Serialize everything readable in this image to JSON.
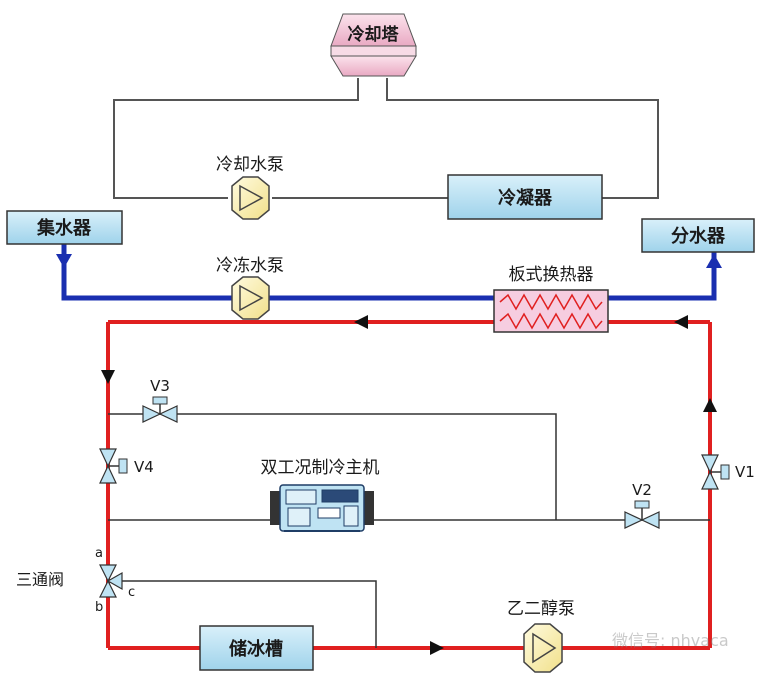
{
  "labels": {
    "cooling_tower": "冷却塔",
    "cooling_water_pump": "冷却水泵",
    "condenser": "冷凝器",
    "water_collector": "集水器",
    "water_distributor": "分水器",
    "chilled_water_pump": "冷冻水泵",
    "plate_heat_exchanger": "板式换热器",
    "valve_v3": "V3",
    "valve_v4": "V4",
    "valve_v2": "V2",
    "valve_v1": "V1",
    "dual_chiller": "双工况制冷主机",
    "three_way_valve": "三通阀",
    "port_a": "a",
    "port_b": "b",
    "port_c": "c",
    "ice_tank": "储冰槽",
    "glycol_pump": "乙二醇泵",
    "watermark": "微信号: nhvaca"
  },
  "colors": {
    "glycol_loop": "#e02020",
    "chilled_water": "#1a2fb0",
    "cooling_water": "#555555",
    "box_fill": "#bfe3f3",
    "pump_fill": "#fbf2b0",
    "tower_fill": "#f3c6d8",
    "exchanger_fill": "#f6cde0",
    "arrow_fill": "#111111"
  }
}
